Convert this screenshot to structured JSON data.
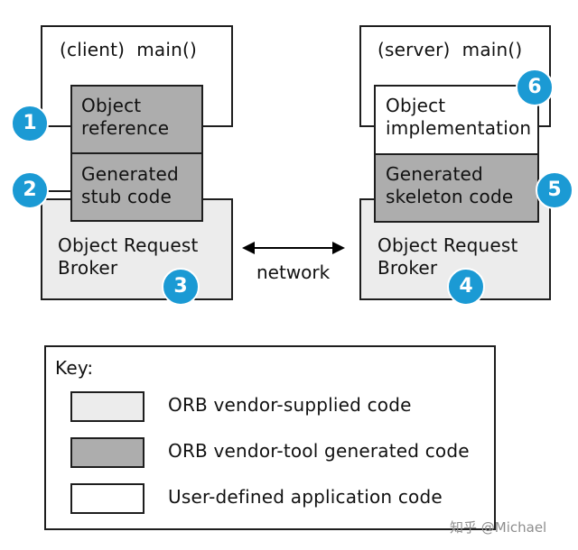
{
  "client": {
    "main_label": "(client)  main()",
    "object_reference": "Object\nreference",
    "stub": "Generated\nstub code",
    "orb": "Object Request\nBroker"
  },
  "server": {
    "main_label": "(server)  main()",
    "implementation": "Object\nimplementation",
    "skeleton": "Generated\nskeleton code",
    "orb": "Object Request\nBroker"
  },
  "network_label": "network",
  "badges": [
    "1",
    "2",
    "3",
    "4",
    "5",
    "6"
  ],
  "key": {
    "title": "Key:",
    "items": [
      "ORB vendor-supplied code",
      "ORB vendor-tool generated code",
      "User-defined application code"
    ]
  },
  "colors": {
    "vendor_supplied": "#ececec",
    "tool_generated": "#adadad",
    "user_defined": "#ffffff",
    "badge": "#1b9ad4"
  },
  "watermark": "知乎 @Michael"
}
